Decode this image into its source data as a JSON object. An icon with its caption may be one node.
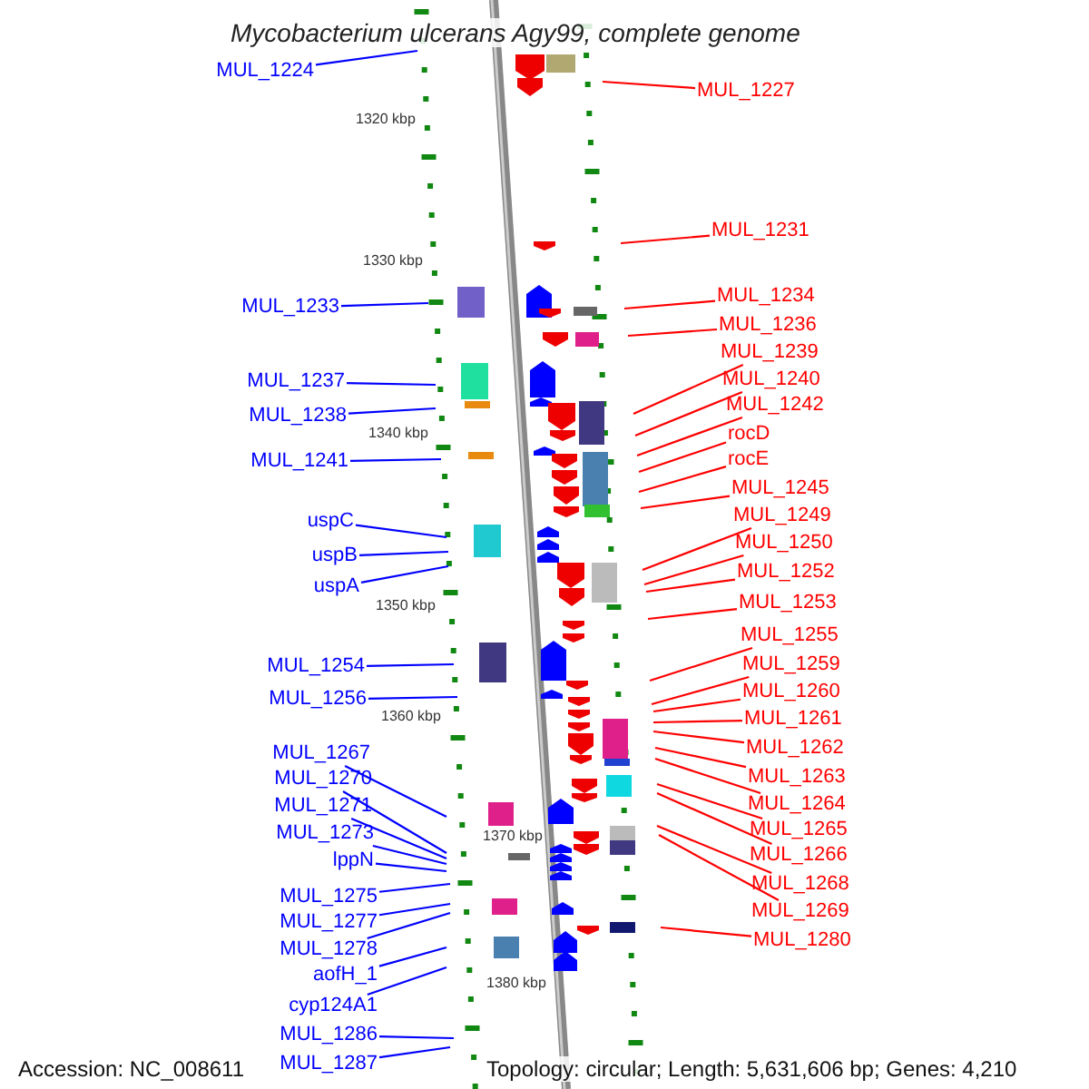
{
  "diagram": {
    "title": "Mycobacterium ulcerans Agy99, complete genome",
    "nodes": [
      {
        "text": [
          "MUL_1224"
        ]
      },
      {
        "text": [
          "MUL_1233"
        ]
      },
      {
        "text": [
          "MUL_1237"
        ]
      },
      {
        "text": [
          "MUL_1238"
        ]
      },
      {
        "text": [
          "MUL_1241"
        ]
      },
      {
        "text": [
          "uspC"
        ]
      },
      {
        "text": [
          "uspB"
        ]
      },
      {
        "text": [
          "uspA"
        ]
      },
      {
        "text": [
          "MUL_1254"
        ]
      },
      {
        "text": [
          "MUL_1256"
        ]
      },
      {
        "text": [
          "MUL_1267"
        ]
      },
      {
        "text": [
          "MUL_1270"
        ]
      },
      {
        "text": [
          "MUL_1271"
        ]
      },
      {
        "text": [
          "MUL_1273"
        ]
      },
      {
        "text": [
          "lppN"
        ]
      },
      {
        "text": [
          "MUL_1275"
        ]
      },
      {
        "text": [
          "MUL_1277"
        ]
      },
      {
        "text": [
          "MUL_1278"
        ]
      },
      {
        "text": [
          "aofH_1"
        ]
      },
      {
        "text": [
          "cyp124A1"
        ]
      },
      {
        "text": [
          "MUL_1286"
        ]
      },
      {
        "text": [
          "MUL_1287"
        ]
      },
      {
        "text": [
          "MUL_1227"
        ]
      },
      {
        "text": [
          "MUL_1231"
        ]
      },
      {
        "text": [
          "MUL_1234"
        ]
      },
      {
        "text": [
          "MUL_1236"
        ]
      },
      {
        "text": [
          "MUL_1239"
        ]
      },
      {
        "text": [
          "MUL_1240"
        ]
      },
      {
        "text": [
          "MUL_1242"
        ]
      },
      {
        "text": [
          "rocD"
        ]
      },
      {
        "text": [
          "rocE"
        ]
      },
      {
        "text": [
          "MUL_1245"
        ]
      },
      {
        "text": [
          "MUL_1249"
        ]
      },
      {
        "text": [
          "MUL_1250"
        ]
      },
      {
        "text": [
          "MUL_1252"
        ]
      },
      {
        "text": [
          "MUL_1253"
        ]
      },
      {
        "text": [
          "MUL_1255"
        ]
      },
      {
        "text": [
          "MUL_1259"
        ]
      },
      {
        "text": [
          "MUL_1260"
        ]
      },
      {
        "text": [
          "MUL_1261"
        ]
      },
      {
        "text": [
          "MUL_1262"
        ]
      },
      {
        "text": [
          "MUL_1263"
        ]
      },
      {
        "text": [
          "MUL_1264"
        ]
      },
      {
        "text": [
          "MUL_1265"
        ]
      },
      {
        "text": [
          "MUL_1266"
        ]
      },
      {
        "text": [
          "MUL_1268"
        ]
      },
      {
        "text": [
          "MUL_1269"
        ]
      },
      {
        "text": [
          "MUL_1280"
        ]
      }
    ],
    "edges": [
      {
        "from": 0,
        "to": null,
        "arrow": "none",
        "color": "#0000ff"
      },
      {
        "from": 1,
        "to": null,
        "arrow": "none",
        "color": "#0000ff"
      },
      {
        "from": 2,
        "to": null,
        "arrow": "none",
        "color": "#0000ff"
      },
      {
        "from": 3,
        "to": null,
        "arrow": "none",
        "color": "#0000ff"
      },
      {
        "from": 4,
        "to": null,
        "arrow": "none",
        "color": "#0000ff"
      },
      {
        "from": 5,
        "to": null,
        "arrow": "none",
        "color": "#0000ff"
      },
      {
        "from": 6,
        "to": null,
        "arrow": "none",
        "color": "#0000ff"
      },
      {
        "from": 7,
        "to": null,
        "arrow": "none",
        "color": "#0000ff"
      },
      {
        "from": 8,
        "to": null,
        "arrow": "none",
        "color": "#0000ff"
      },
      {
        "from": 9,
        "to": null,
        "arrow": "none",
        "color": "#0000ff"
      },
      {
        "from": 10,
        "to": null,
        "arrow": "none",
        "color": "#0000ff"
      },
      {
        "from": 11,
        "to": null,
        "arrow": "none",
        "color": "#0000ff"
      },
      {
        "from": 12,
        "to": null,
        "arrow": "none",
        "color": "#0000ff"
      },
      {
        "from": 13,
        "to": null,
        "arrow": "none",
        "color": "#0000ff"
      },
      {
        "from": 14,
        "to": null,
        "arrow": "none",
        "color": "#0000ff"
      },
      {
        "from": 15,
        "to": null,
        "arrow": "none",
        "color": "#0000ff"
      },
      {
        "from": 16,
        "to": null,
        "arrow": "none",
        "color": "#0000ff"
      },
      {
        "from": 17,
        "to": null,
        "arrow": "none",
        "color": "#0000ff"
      },
      {
        "from": 18,
        "to": null,
        "arrow": "none",
        "color": "#0000ff"
      },
      {
        "from": 19,
        "to": null,
        "arrow": "none",
        "color": "#0000ff"
      },
      {
        "from": 20,
        "to": null,
        "arrow": "none",
        "color": "#0000ff"
      },
      {
        "from": 21,
        "to": null,
        "arrow": "none",
        "color": "#0000ff"
      },
      {
        "from": 22,
        "to": null,
        "arrow": "none"
      },
      {
        "from": 23,
        "to": null,
        "arrow": "none"
      },
      {
        "from": 24,
        "to": null,
        "arrow": "none"
      },
      {
        "from": 25,
        "to": null,
        "arrow": "none"
      },
      {
        "from": 26,
        "to": null,
        "arrow": "none"
      },
      {
        "from": 27,
        "to": null,
        "arrow": "none"
      },
      {
        "from": 28,
        "to": null,
        "arrow": "none"
      },
      {
        "from": 29,
        "to": null,
        "arrow": "none"
      },
      {
        "from": 30,
        "to": null,
        "arrow": "none"
      },
      {
        "from": 31,
        "to": null,
        "arrow": "none"
      },
      {
        "from": 32,
        "to": null,
        "arrow": "none"
      },
      {
        "from": 33,
        "to": null,
        "arrow": "none"
      },
      {
        "from": 34,
        "to": null,
        "arrow": "none"
      },
      {
        "from": 35,
        "to": null,
        "arrow": "none"
      },
      {
        "from": 36,
        "to": null,
        "arrow": "none"
      },
      {
        "from": 37,
        "to": null,
        "arrow": "none"
      },
      {
        "from": 38,
        "to": null,
        "arrow": "none"
      },
      {
        "from": 39,
        "to": null,
        "arrow": "none"
      },
      {
        "from": 40,
        "to": null,
        "arrow": "none"
      },
      {
        "from": 41,
        "to": null,
        "arrow": "none"
      },
      {
        "from": 42,
        "to": null,
        "arrow": "none"
      },
      {
        "from": 43,
        "to": null,
        "arrow": "none"
      },
      {
        "from": 44,
        "to": null,
        "arrow": "none"
      },
      {
        "from": 45,
        "to": null,
        "arrow": "none"
      },
      {
        "from": 46,
        "to": null,
        "arrow": "none"
      },
      {
        "from": 47,
        "to": null,
        "arrow": "none"
      }
    ],
    "labels": [
      "1320 kbp",
      "1330 kbp",
      "1340 kbp",
      "1350 kbp",
      "1360 kbp",
      "1370 kbp",
      "1380 kbp",
      "Accession: NC_008611",
      "Topology: circular; Length: 5,631,606 bp; Genes: 4,210"
    ]
  }
}
